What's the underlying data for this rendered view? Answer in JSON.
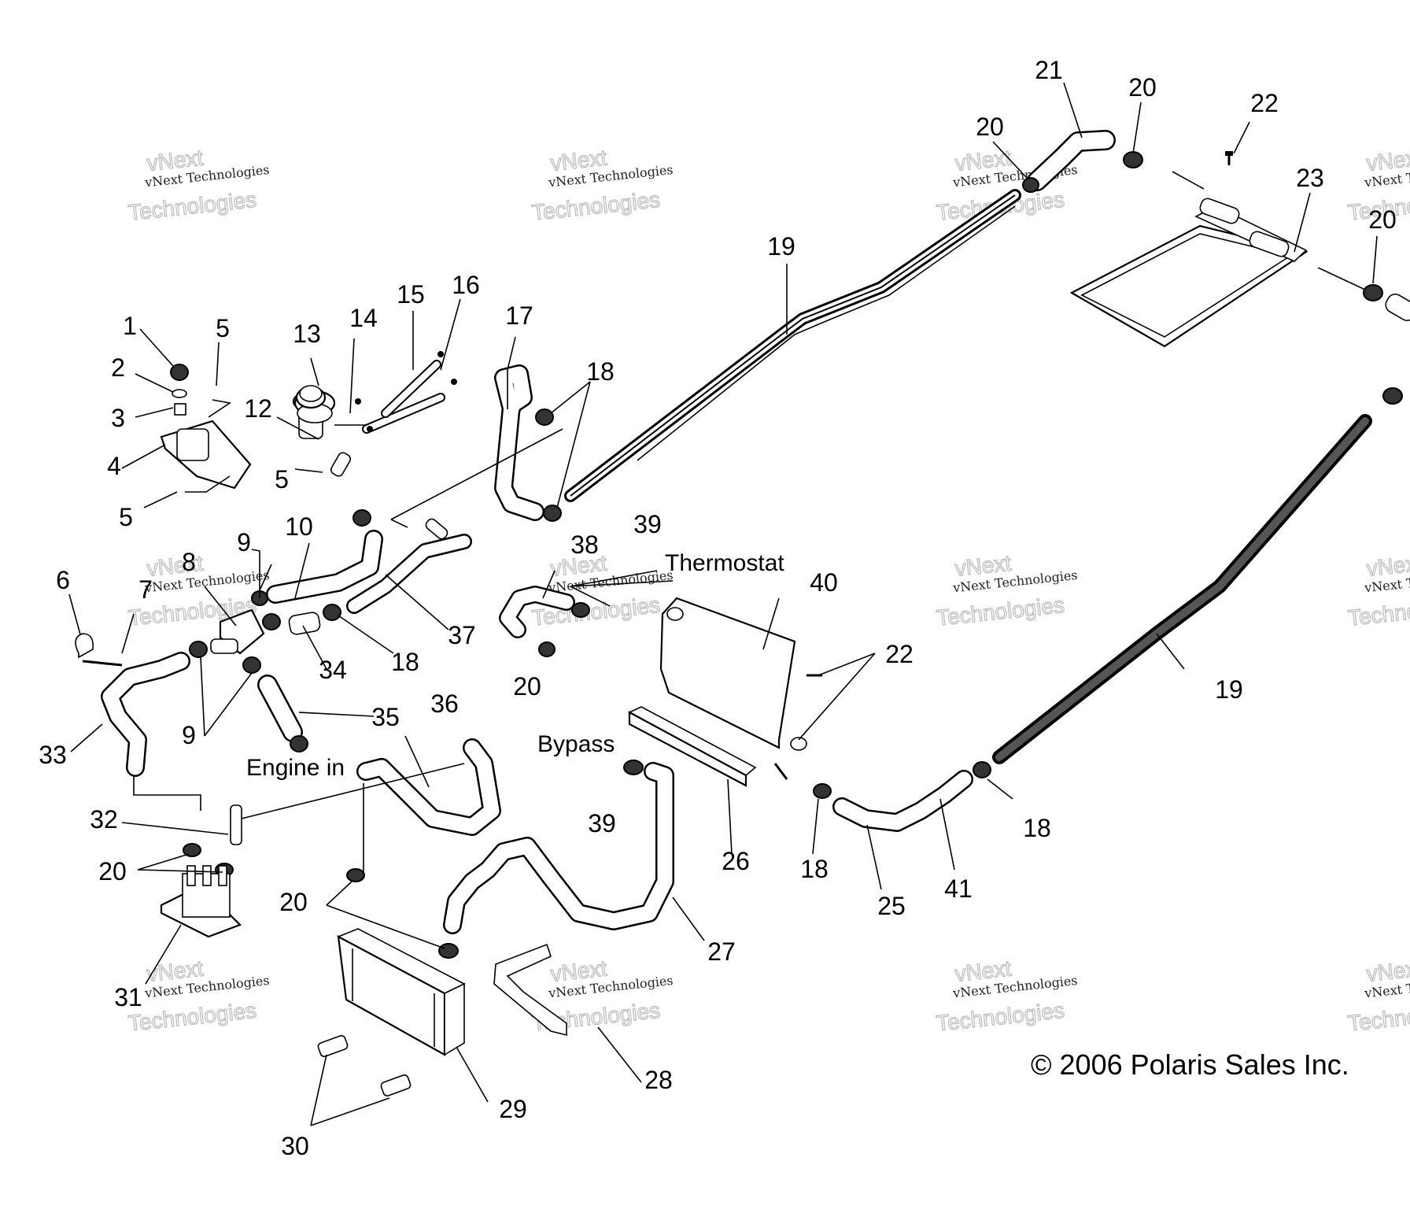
{
  "diagram": {
    "callouts": [
      {
        "id": "c1",
        "text": "1"
      },
      {
        "id": "c2",
        "text": "2"
      },
      {
        "id": "c3",
        "text": "3"
      },
      {
        "id": "c4",
        "text": "4"
      },
      {
        "id": "c5a",
        "text": "5"
      },
      {
        "id": "c5b",
        "text": "5"
      },
      {
        "id": "c5c",
        "text": "5"
      },
      {
        "id": "c6",
        "text": "6"
      },
      {
        "id": "c7",
        "text": "7"
      },
      {
        "id": "c8",
        "text": "8"
      },
      {
        "id": "c9a",
        "text": "9"
      },
      {
        "id": "c9b",
        "text": "9"
      },
      {
        "id": "c10",
        "text": "10"
      },
      {
        "id": "c12",
        "text": "12"
      },
      {
        "id": "c13",
        "text": "13"
      },
      {
        "id": "c14",
        "text": "14"
      },
      {
        "id": "c15",
        "text": "15"
      },
      {
        "id": "c16",
        "text": "16"
      },
      {
        "id": "c17",
        "text": "17"
      },
      {
        "id": "c18a",
        "text": "18"
      },
      {
        "id": "c18b",
        "text": "18"
      },
      {
        "id": "c18c",
        "text": "18"
      },
      {
        "id": "c18d",
        "text": "18"
      },
      {
        "id": "c19a",
        "text": "19"
      },
      {
        "id": "c19b",
        "text": "19"
      },
      {
        "id": "c20a",
        "text": "20"
      },
      {
        "id": "c20b",
        "text": "20"
      },
      {
        "id": "c20c",
        "text": "20"
      },
      {
        "id": "c20d",
        "text": "20"
      },
      {
        "id": "c20e",
        "text": "20"
      },
      {
        "id": "c20f",
        "text": "20"
      },
      {
        "id": "c21",
        "text": "21"
      },
      {
        "id": "c22a",
        "text": "22"
      },
      {
        "id": "c22b",
        "text": "22"
      },
      {
        "id": "c23",
        "text": "23"
      },
      {
        "id": "c25",
        "text": "25"
      },
      {
        "id": "c26",
        "text": "26"
      },
      {
        "id": "c27",
        "text": "27"
      },
      {
        "id": "c28",
        "text": "28"
      },
      {
        "id": "c29",
        "text": "29"
      },
      {
        "id": "c30",
        "text": "30"
      },
      {
        "id": "c31",
        "text": "31"
      },
      {
        "id": "c32",
        "text": "32"
      },
      {
        "id": "c33",
        "text": "33"
      },
      {
        "id": "c34",
        "text": "34"
      },
      {
        "id": "c35",
        "text": "35"
      },
      {
        "id": "c36",
        "text": "36"
      },
      {
        "id": "c37",
        "text": "37"
      },
      {
        "id": "c38",
        "text": "38"
      },
      {
        "id": "c39a",
        "text": "39"
      },
      {
        "id": "c39b",
        "text": "39"
      },
      {
        "id": "c40",
        "text": "40"
      },
      {
        "id": "c41",
        "text": "41"
      }
    ],
    "labels": {
      "thermostat": "Thermostat",
      "bypass": "Bypass",
      "engine_in": "Engine in"
    },
    "copyright": "© 2006 Polaris Sales Inc.",
    "watermark": {
      "line1": "vNext Technologies",
      "line2": "Technologies",
      "line3": "vNext"
    }
  }
}
